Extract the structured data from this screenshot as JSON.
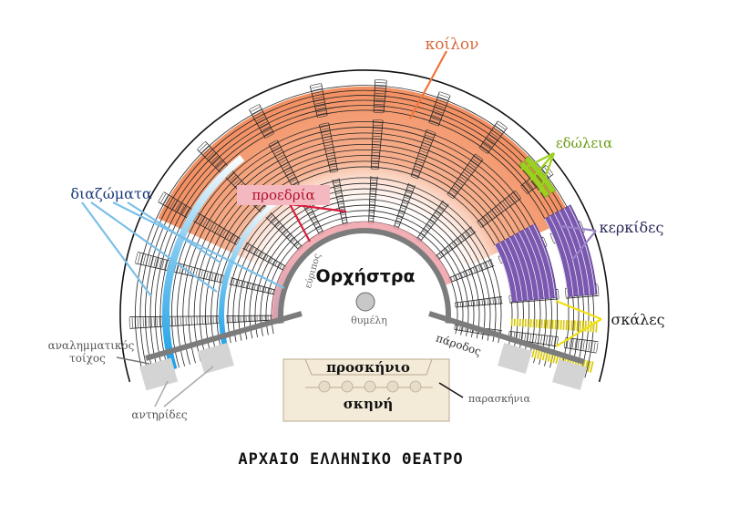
{
  "title": "ΑΡΧΑΙΟ ΕΛΛΗΝΙΚΟ ΘΕΑΤΡΟ",
  "labels": {
    "koilon": "κοίλον",
    "edoleia": "εδώλεια",
    "kerkides": "κερκίδες",
    "skales": "σκάλες",
    "diazomata": "διαζώματα",
    "proedria": "προεδρία",
    "orchestra": "Ορχήστρα",
    "thymeli": "θυμέλη",
    "evripos": "εύριπος",
    "parodos": "πάροδος",
    "proskinio": "προσκήνιο",
    "skini": "σκηνή",
    "paraskinia": "παρασκήνια",
    "analimmatikos_line1": "αναλημματικός",
    "analimmatikos_line2": "τοίχος",
    "antirides": "αντηρίδες"
  },
  "colors": {
    "koilon_label": "#d86a3c",
    "koilon_gradient": "#f0743c",
    "diazomata": "#1aa0e8",
    "diazomata_label": "#1a3a7a",
    "edoleia": "#6a9a10",
    "edoleia_fill": "#9cd020",
    "kerkides_fill": "#7a58b0",
    "kerkides_label": "#2a2a5a",
    "skales_fill": "#f0e010",
    "skales_label": "#1a1a1a",
    "proedria_fill": "#f0a0a8",
    "proedria_line": "#d81c3c",
    "stone_gray": "#7c7c7c",
    "skene_fill": "#f4ead8"
  }
}
